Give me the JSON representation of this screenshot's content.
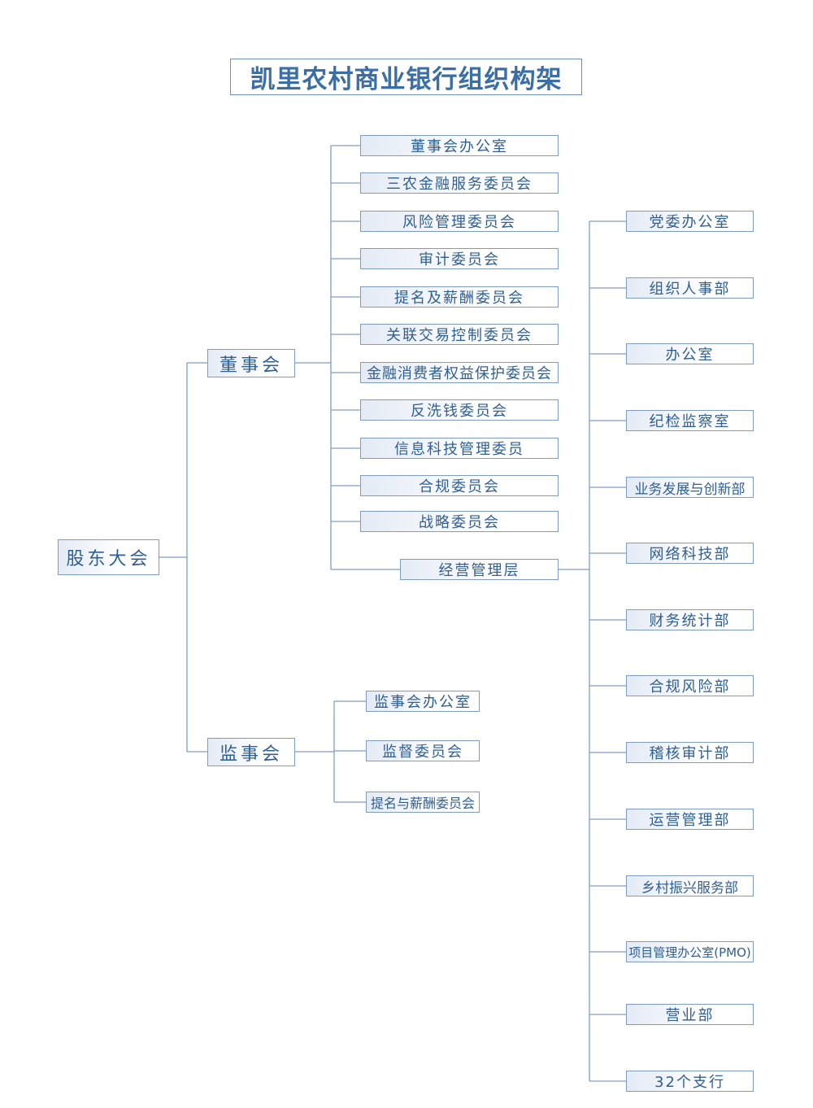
{
  "title": "凯里农村商业银行组织构架",
  "root": "股东大会",
  "board": {
    "label": "董事会",
    "committees": [
      "董事会办公室",
      "三农金融服务委员会",
      "风险管理委员会",
      "审计委员会",
      "提名及薪酬委员会",
      "关联交易控制委员会",
      "金融消费者权益保护委员会",
      "反洗钱委员会",
      "信息科技管理委员",
      "合规委员会",
      "战略委员会"
    ],
    "management": "经营管理层"
  },
  "supervisors": {
    "label": "监事会",
    "committees": [
      "监事会办公室",
      "监督委员会",
      "提名与薪酬委员会"
    ]
  },
  "departments": [
    "党委办公室",
    "组织人事部",
    "办公室",
    "纪检监察室",
    "业务发展与创新部",
    "网络科技部",
    "财务统计部",
    "合规风险部",
    "稽核审计部",
    "运营管理部",
    "乡村振兴服务部",
    "项目管理办公室(PMO)",
    "营业部",
    "32个支行"
  ]
}
